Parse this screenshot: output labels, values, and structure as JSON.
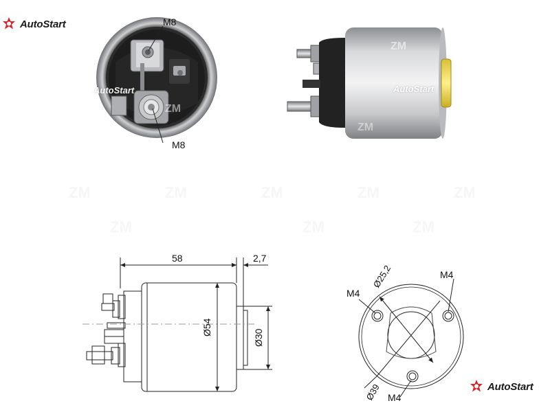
{
  "brand": {
    "name": "AutoStart",
    "watermark_text": "AutoStart",
    "watermark_mark": "ZM",
    "color_red": "#d6262b"
  },
  "photo_end_view": {
    "terminal_top_label": "M8",
    "terminal_bottom_label": "M8"
  },
  "side_drawing": {
    "length": "58",
    "plunger_offset": "2,7",
    "body_diameter": "Ø54",
    "plunger_diameter": "Ø30"
  },
  "front_drawing": {
    "bore_diameter": "Ø25,2",
    "outer_diameter": "Ø39",
    "thread_left": "M4",
    "thread_right": "M4",
    "thread_bottom": "M4"
  }
}
